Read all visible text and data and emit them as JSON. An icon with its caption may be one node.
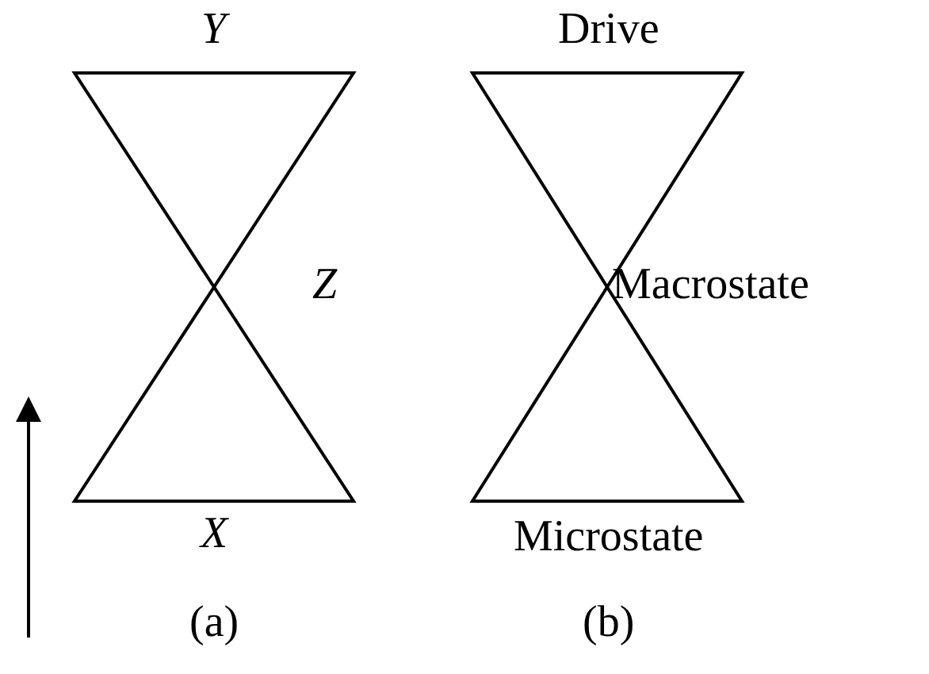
{
  "diagram": {
    "labels": [
      "Y",
      "Drive",
      "Z",
      "Macrostate",
      "X",
      "Microstate",
      "(a)",
      "(b)"
    ]
  }
}
